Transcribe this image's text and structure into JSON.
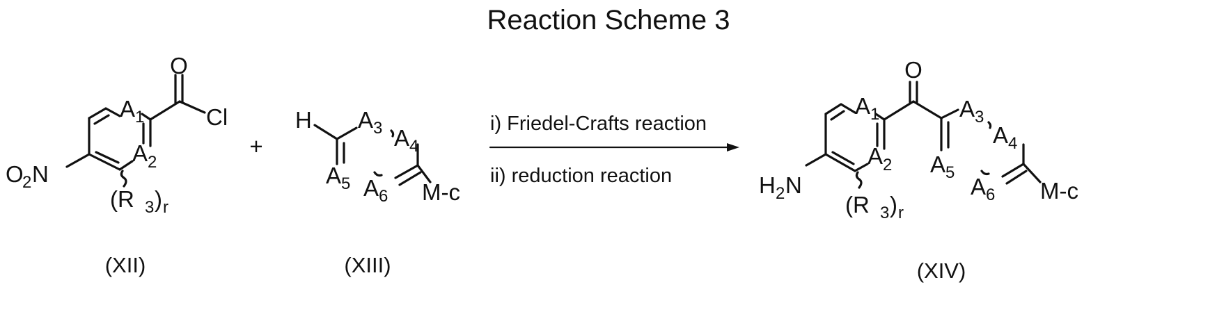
{
  "title": "Reaction Scheme 3",
  "plus_sign": "+",
  "conditions": {
    "step1": "i) Friedel-Crafts reaction",
    "step2": "ii) reduction reaction"
  },
  "compounds": [
    {
      "id": "(XII)"
    },
    {
      "id": "(XIII)"
    },
    {
      "id": "(XIV)"
    }
  ],
  "atoms": {
    "O": "O",
    "Cl": "Cl",
    "H": "H",
    "A": "A",
    "N": "N",
    "M_c": "M-c",
    "R": "R"
  },
  "subscripts": {
    "s1": "1",
    "s2": "2",
    "s3": "3",
    "s4": "4",
    "s5": "5",
    "s6": "6",
    "r": "r"
  },
  "groups": {
    "nitro_open": "O",
    "nitro_sub": "2",
    "nitro_close": "N",
    "amine_open": "H",
    "amine_sub": "2",
    "amine_close": "N",
    "r_open": "(R",
    "r_close": ")"
  }
}
